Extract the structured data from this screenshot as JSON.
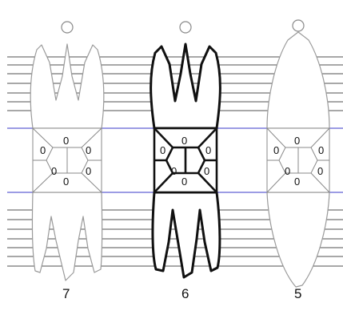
{
  "teeth": [
    {
      "number": "7",
      "selected": false,
      "surfaces": {
        "top": "0",
        "left": "0",
        "right": "0",
        "mid_left": "0",
        "mid_right": "0",
        "bottom": "0"
      }
    },
    {
      "number": "6",
      "selected": true,
      "surfaces": {
        "top": "0",
        "left": "0",
        "right": "0",
        "mid_left": "0",
        "mid_right": "0",
        "bottom": "0"
      }
    },
    {
      "number": "5",
      "selected": false,
      "surfaces": {
        "top": "0",
        "left": "0",
        "right": "0",
        "mid_left": "0",
        "mid_right": "0",
        "bottom": "0"
      }
    }
  ],
  "colors": {
    "band_line": "#3a3ac8",
    "root_line": "#505050",
    "selected_outline": "#111111",
    "outline": "#9a9a9a"
  }
}
